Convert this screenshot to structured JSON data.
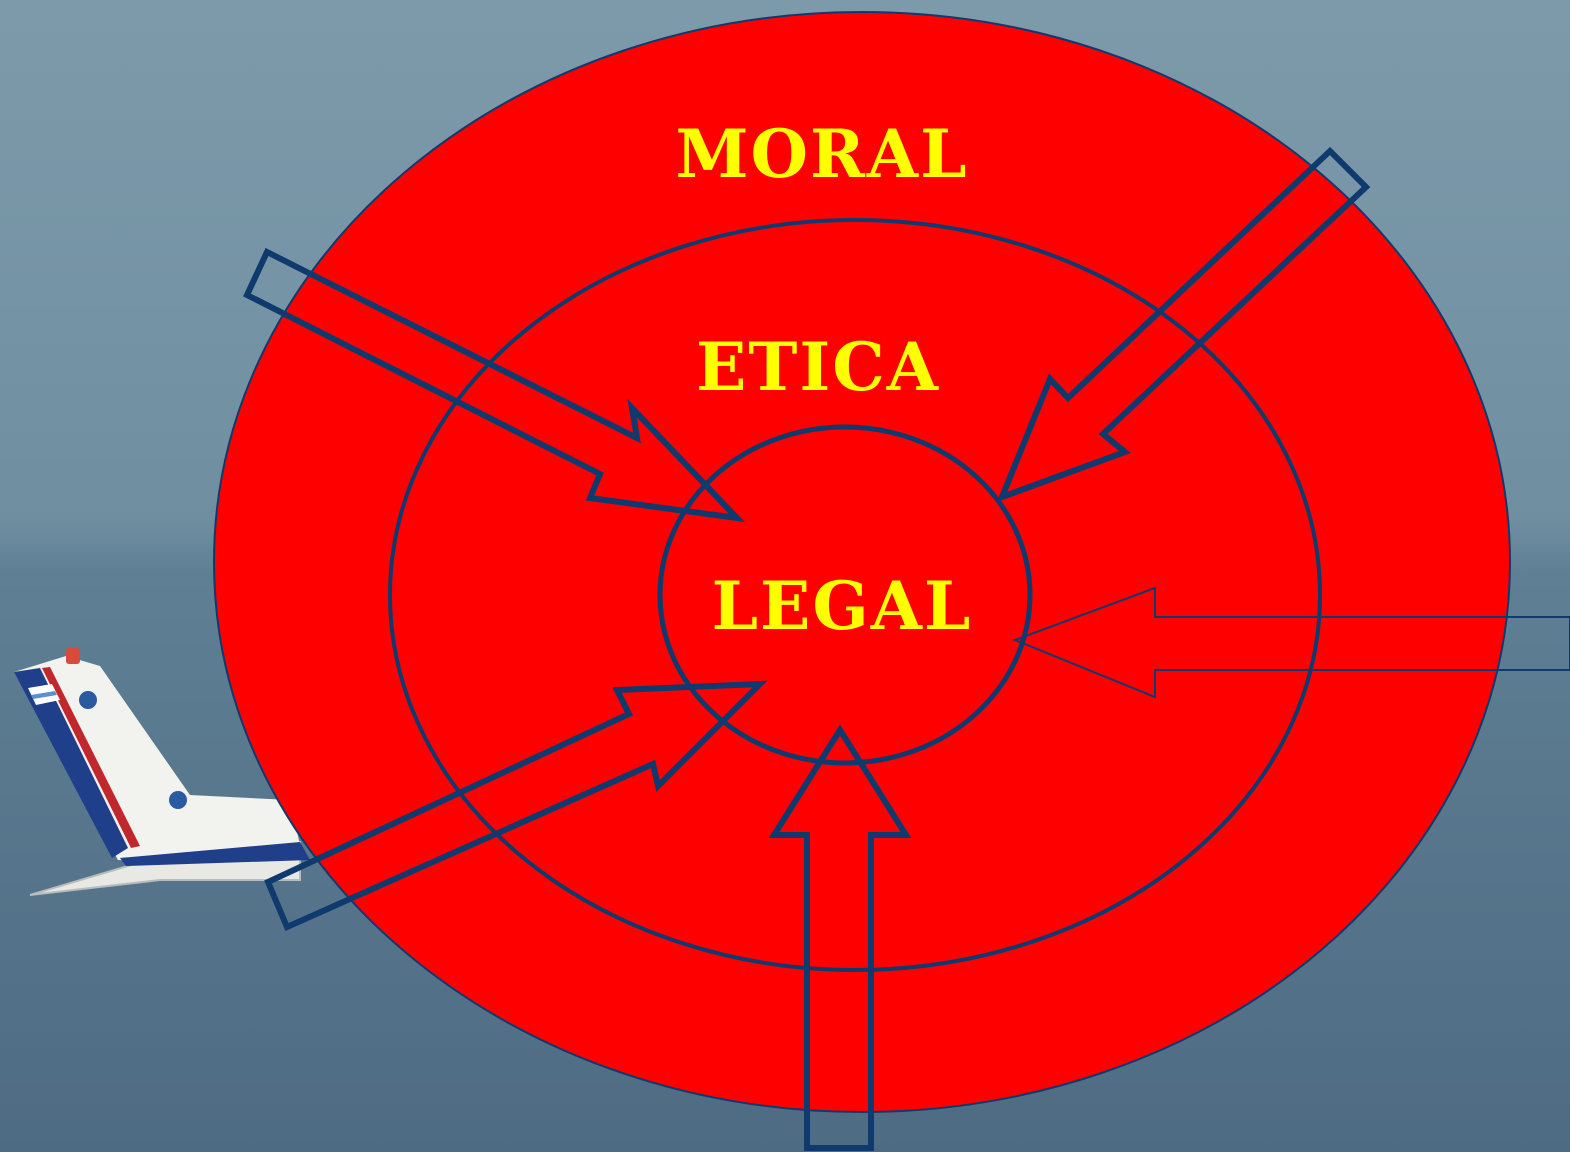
{
  "slide": {
    "background": {
      "sky_top": "#7d9aaa",
      "sky_mid": "#6a8a9c",
      "horizon": "#5a7a8f",
      "sea": "#4f6c84"
    },
    "colors": {
      "circle_fill": "#ff0000",
      "outline": "#0f3a6e",
      "label": "#ffff00"
    }
  },
  "diagram": {
    "outer_label": "MORAL",
    "middle_label": "ETICA",
    "inner_label": "LEGAL",
    "arrows": [
      {
        "name": "arrow-from-upper-left",
        "direction": "toward center"
      },
      {
        "name": "arrow-from-upper-right",
        "direction": "toward center"
      },
      {
        "name": "arrow-from-lower-left",
        "direction": "toward center"
      },
      {
        "name": "arrow-from-bottom",
        "direction": "toward center"
      },
      {
        "name": "arrow-from-right",
        "direction": "toward center"
      }
    ]
  },
  "background_image": {
    "subject": "airplane tail over sea",
    "tail_color": "#f2f2ee",
    "stripe_blue": "#1f3f8a",
    "stripe_red": "#c0282d"
  }
}
